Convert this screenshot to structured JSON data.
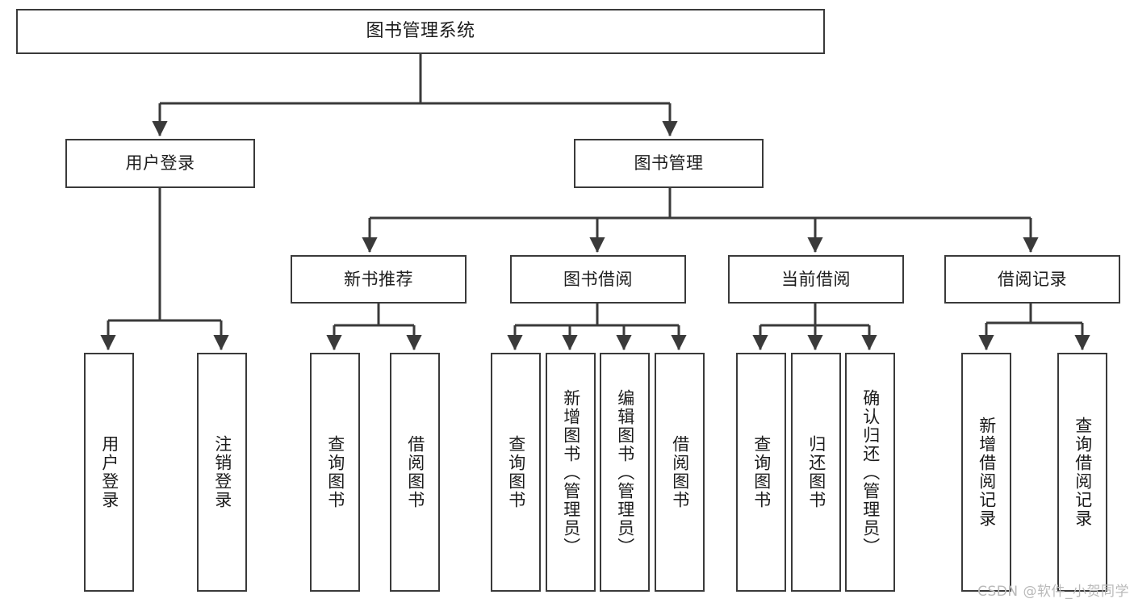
{
  "diagram": {
    "title": "图书管理系统",
    "type": "tree",
    "stroke_color": "#3a3a3a",
    "fill_color": "#ffffff",
    "text_color": "#1c1c1c",
    "root": {
      "id": "root",
      "label": "图书管理系统"
    },
    "level2": [
      {
        "id": "user-login",
        "label": "用户登录"
      },
      {
        "id": "book-manage",
        "label": "图书管理"
      }
    ],
    "level3": [
      {
        "id": "new-book-recommend",
        "label": "新书推荐"
      },
      {
        "id": "book-borrow",
        "label": "图书借阅"
      },
      {
        "id": "current-borrow",
        "label": "当前借阅"
      },
      {
        "id": "borrow-record",
        "label": "借阅记录"
      }
    ],
    "leaves": [
      {
        "id": "leaf-user-login",
        "label": "用户登录",
        "parent": "user-login"
      },
      {
        "id": "leaf-user-logout",
        "label": "注销登录",
        "parent": "user-login"
      },
      {
        "id": "leaf-query-book-1",
        "label": "查询图书",
        "parent": "new-book-recommend"
      },
      {
        "id": "leaf-borrow-book-1",
        "label": "借阅图书",
        "parent": "new-book-recommend"
      },
      {
        "id": "leaf-query-book-2",
        "label": "查询图书",
        "parent": "book-borrow"
      },
      {
        "id": "leaf-add-book",
        "label": "新增图书（管理员）",
        "parent": "book-borrow"
      },
      {
        "id": "leaf-edit-book",
        "label": "编辑图书（管理员）",
        "parent": "book-borrow"
      },
      {
        "id": "leaf-borrow-book-2",
        "label": "借阅图书",
        "parent": "book-borrow"
      },
      {
        "id": "leaf-query-book-3",
        "label": "查询图书",
        "parent": "current-borrow"
      },
      {
        "id": "leaf-return-book",
        "label": "归还图书",
        "parent": "current-borrow"
      },
      {
        "id": "leaf-confirm-return",
        "label": "确认归还（管理员）",
        "parent": "current-borrow"
      },
      {
        "id": "leaf-add-record",
        "label": "新增借阅记录",
        "parent": "borrow-record"
      },
      {
        "id": "leaf-query-record",
        "label": "查询借阅记录",
        "parent": "borrow-record"
      }
    ]
  },
  "watermark": {
    "text": "CSDN @软件_小贺同学"
  }
}
